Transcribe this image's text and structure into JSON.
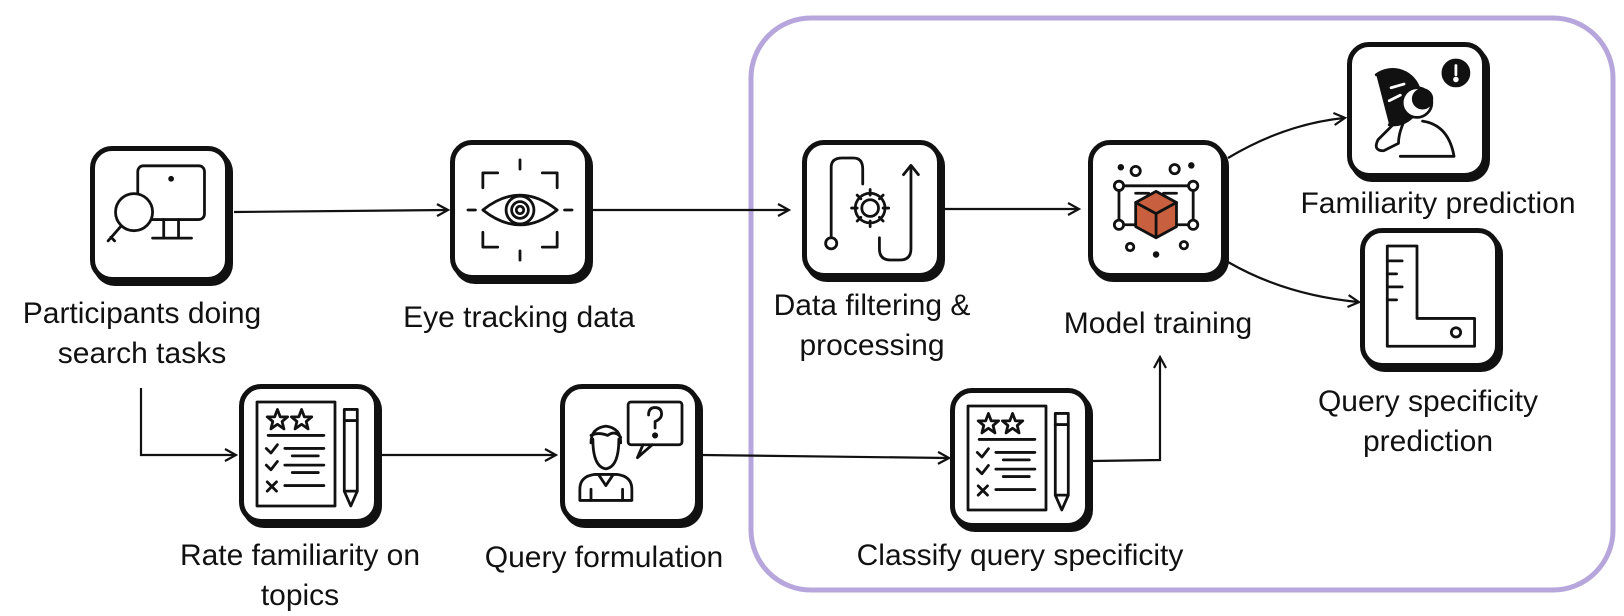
{
  "nodes": {
    "participants": {
      "lines": [
        "Participants doing",
        "search tasks"
      ],
      "icon": "monitor-search-icon"
    },
    "eye_tracking": {
      "lines": [
        "Eye tracking data"
      ],
      "icon": "eye-scan-icon"
    },
    "data_filtering": {
      "lines": [
        "Data filtering &",
        "processing"
      ],
      "icon": "gear-process-icon"
    },
    "model_training": {
      "lines": [
        "Model training"
      ],
      "icon": "model-cube-icon"
    },
    "familiarity_prediction": {
      "lines": [
        "Familiarity prediction"
      ],
      "icon": "thinking-person-icon"
    },
    "query_specificity_prediction": {
      "lines": [
        "Query specificity",
        "prediction"
      ],
      "icon": "ruler-icon"
    },
    "rate_familiarity": {
      "lines": [
        "Rate familiarity on",
        "topics"
      ],
      "icon": "rating-checklist-icon"
    },
    "query_formulation": {
      "lines": [
        "Query formulation"
      ],
      "icon": "person-question-icon"
    },
    "classify_specificity": {
      "lines": [
        "Classify query specificity"
      ],
      "icon": "rating-checklist-icon"
    }
  },
  "colors": {
    "group_border": "#b7a6dc",
    "cube_fill": "#c8603f",
    "stroke": "#111111"
  }
}
